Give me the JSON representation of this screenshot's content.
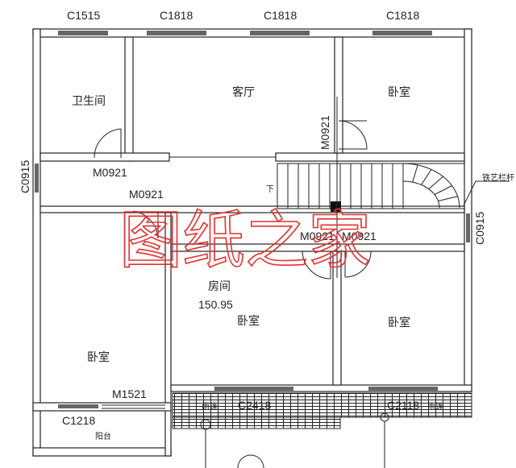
{
  "rooms": {
    "bathroom": "卫生间",
    "living_room": "客厅",
    "bedroom_top_right": "卧室",
    "bedroom_left": "卧室",
    "bedroom_middle": "卧室",
    "bedroom_right": "卧室",
    "room_label": "房间",
    "room_area": "150.95",
    "balcony": "阳台"
  },
  "windows": {
    "top_1": "C1515",
    "top_2": "C1818",
    "top_3": "C1818",
    "top_4": "C1818",
    "left": "C0915",
    "right": "C0915",
    "balcony": "C1218",
    "bottom_1": "C2418",
    "bottom_2": "C2118"
  },
  "doors": {
    "bathroom": "M0921",
    "bedroom_top_right": "M0921",
    "bedroom_left": "M0921",
    "bedroom_middle": "M0921",
    "bedroom_right": "M0921",
    "balcony": "M1521"
  },
  "annotations": {
    "stair_down": "下",
    "railing": "铁艺栏杆",
    "canopy_left": "雨篷",
    "canopy_right": "雨篷"
  },
  "watermark": "图纸之家",
  "colors": {
    "lines": "#222222",
    "watermark": "#e53030"
  }
}
